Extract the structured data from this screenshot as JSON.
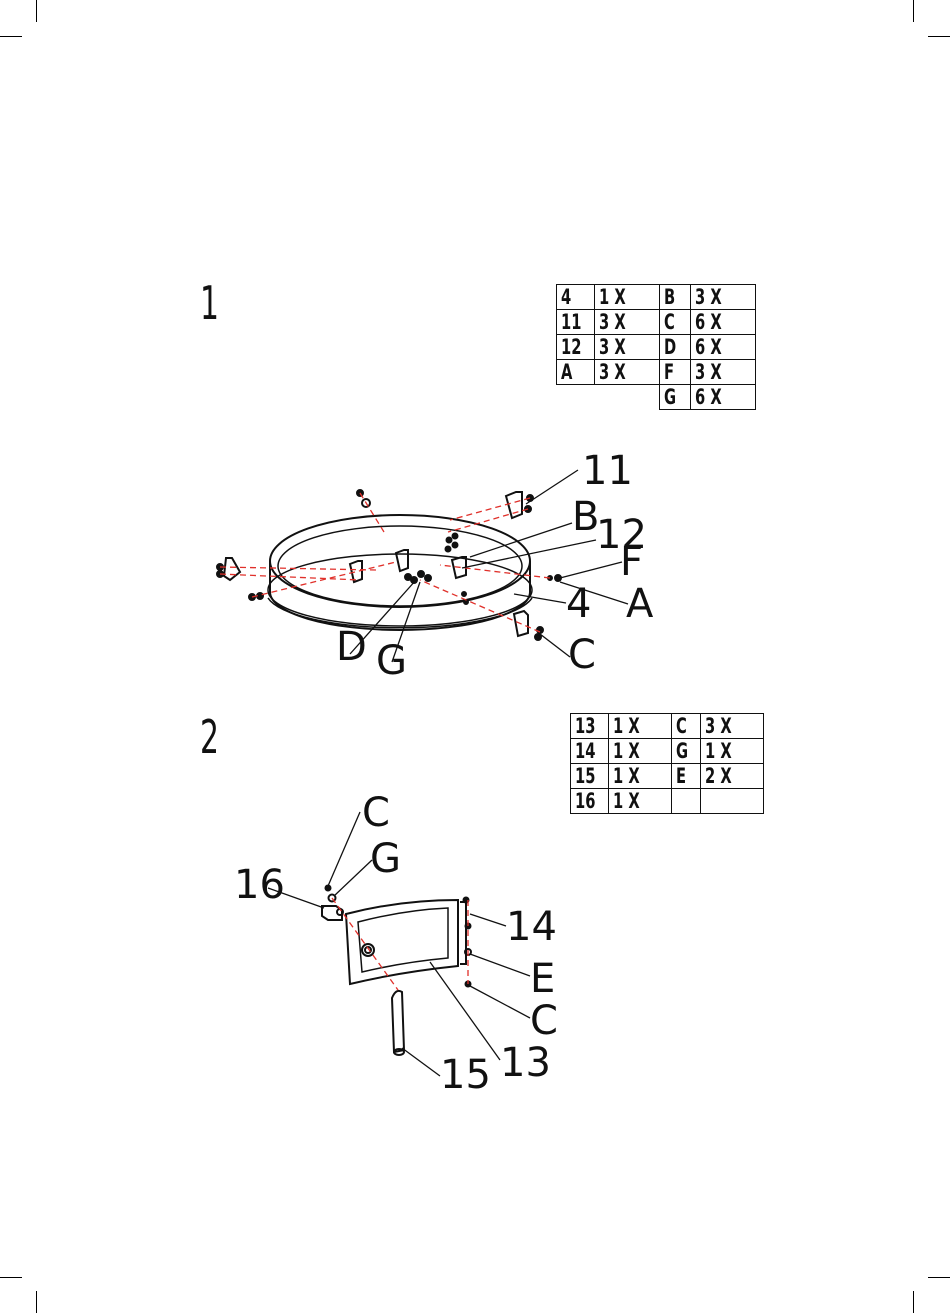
{
  "steps": [
    {
      "number": "1",
      "parts_table": [
        [
          "4",
          "1 X",
          "B",
          "3 X"
        ],
        [
          "11",
          "3 X",
          "C",
          "6 X"
        ],
        [
          "12",
          "3 X",
          "D",
          "6 X"
        ],
        [
          "A",
          "3 X",
          "F",
          "3 X"
        ],
        [
          "",
          "",
          "G",
          "6 X"
        ]
      ],
      "callouts": [
        "11",
        "B",
        "12",
        "F",
        "A",
        "4",
        "C",
        "D",
        "G"
      ]
    },
    {
      "number": "2",
      "parts_table": [
        [
          "13",
          "1 X",
          "C",
          "3 X"
        ],
        [
          "14",
          "1 X",
          "G",
          "1 X"
        ],
        [
          "15",
          "1 X",
          "E",
          "2 X"
        ],
        [
          "16",
          "1 X",
          "",
          ""
        ]
      ],
      "callouts": [
        "C",
        "G",
        "16",
        "14",
        "E",
        "C",
        "13",
        "15"
      ]
    }
  ],
  "colors": {
    "line": "#111111",
    "leader_dashed": "#e0302a",
    "background": "#ffffff"
  }
}
